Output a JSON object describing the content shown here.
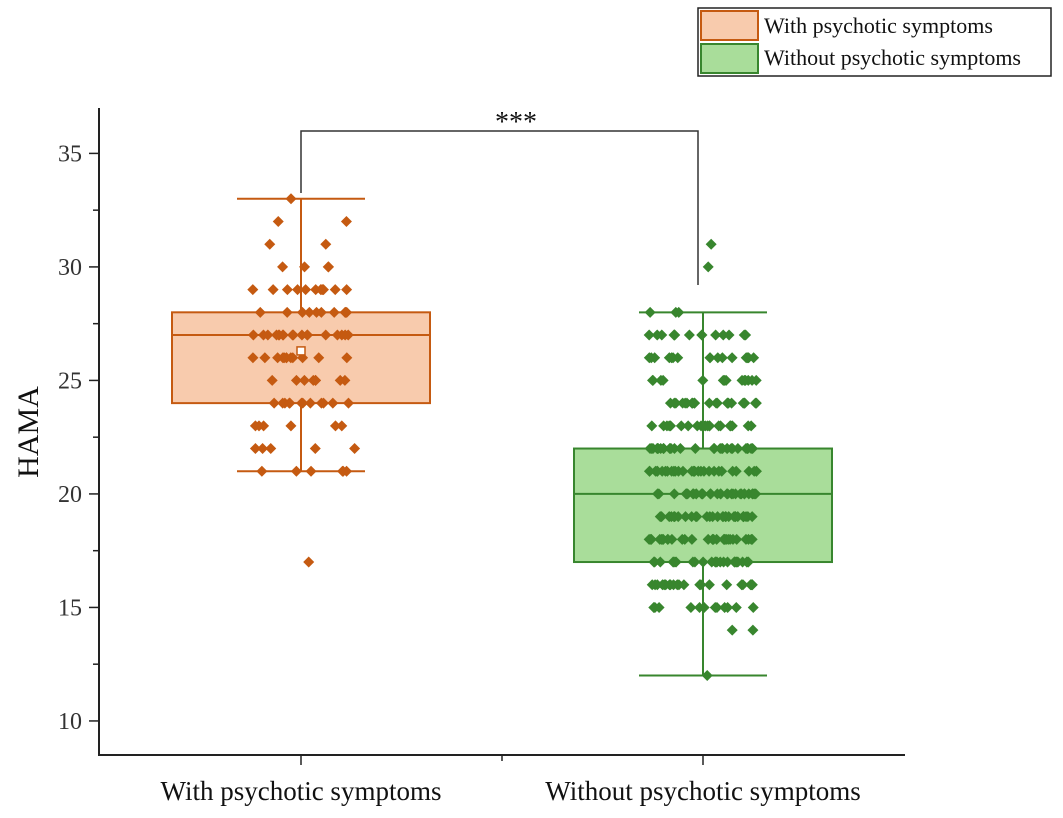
{
  "chart_data": {
    "type": "box",
    "ylabel": "HAMA",
    "xlabel": "",
    "ylim": [
      8.5,
      37
    ],
    "yticks": [
      10,
      15,
      20,
      25,
      30,
      35
    ],
    "categories": [
      "With psychotic symptoms",
      "Without psychotic symptoms"
    ],
    "legend": {
      "placement": "top-right",
      "entries": [
        "With psychotic symptoms",
        "Without psychotic symptoms"
      ]
    },
    "significance": {
      "label": "***",
      "between": [
        0,
        1
      ]
    },
    "series": [
      {
        "name": "With psychotic symptoms",
        "color": "#c55a11",
        "fill": "#f8cbad",
        "box": {
          "whisker_low": 21,
          "q1": 24,
          "median": 27,
          "q3": 28,
          "whisker_high": 33,
          "mean": 26.3
        },
        "points": [
          [
            33,
            1
          ],
          [
            32,
            2
          ],
          [
            31,
            2
          ],
          [
            30,
            4
          ],
          [
            29,
            12
          ],
          [
            28,
            10
          ],
          [
            27,
            18
          ],
          [
            26,
            12
          ],
          [
            25,
            8
          ],
          [
            24,
            12
          ],
          [
            23,
            6
          ],
          [
            22,
            5
          ],
          [
            21,
            6
          ],
          [
            17,
            1
          ]
        ]
      },
      {
        "name": "Without psychotic symptoms",
        "color": "#38862e",
        "fill": "#a9dd9a",
        "box": {
          "whisker_low": 12,
          "q1": 17,
          "median": 20,
          "q3": 22,
          "whisker_high": 28
        },
        "points": [
          [
            31,
            1
          ],
          [
            30,
            1
          ],
          [
            28,
            3
          ],
          [
            27,
            14
          ],
          [
            26,
            16
          ],
          [
            25,
            14
          ],
          [
            24,
            22
          ],
          [
            23,
            22
          ],
          [
            22,
            30
          ],
          [
            21,
            30
          ],
          [
            20,
            32
          ],
          [
            19,
            30
          ],
          [
            18,
            30
          ],
          [
            17,
            26
          ],
          [
            16,
            22
          ],
          [
            15,
            12
          ],
          [
            14,
            2
          ],
          [
            12,
            1
          ]
        ]
      }
    ]
  }
}
